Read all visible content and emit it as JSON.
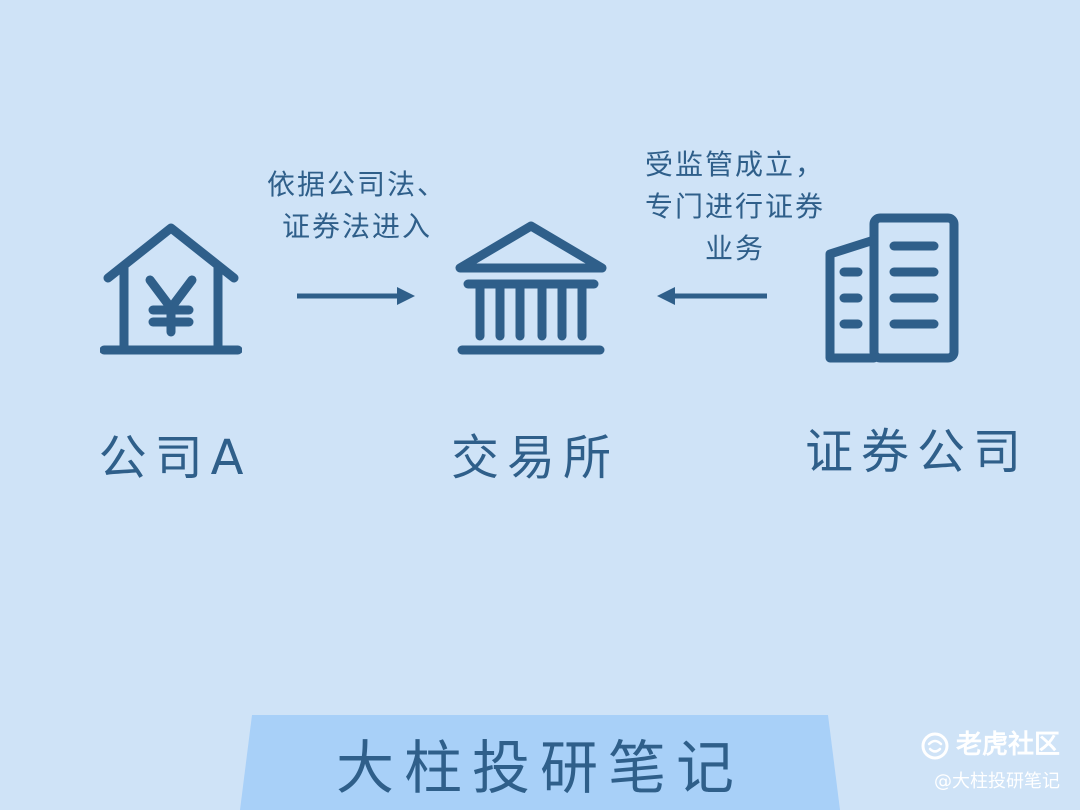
{
  "colors": {
    "background": "#cfe3f7",
    "primary": "#2f5f8a",
    "banner": "#a8d0f8",
    "watermark": "#ffffff"
  },
  "nodes": {
    "company": {
      "label": "公司A",
      "icon": "house-yen-icon"
    },
    "exchange": {
      "label": "交易所",
      "icon": "exchange-building-icon"
    },
    "securities": {
      "label": "证券公司",
      "icon": "office-building-icon"
    }
  },
  "edges": {
    "company_to_exchange": {
      "caption_lines": [
        "依据公司法、",
        "证券法进入"
      ]
    },
    "securities_to_exchange": {
      "caption_lines": [
        "受监管成立，",
        "专门进行证券",
        "业务"
      ]
    }
  },
  "banner": {
    "text": "大柱投研笔记"
  },
  "watermark": {
    "brand": "老虎社区",
    "handle": "@大柱投研笔记"
  }
}
